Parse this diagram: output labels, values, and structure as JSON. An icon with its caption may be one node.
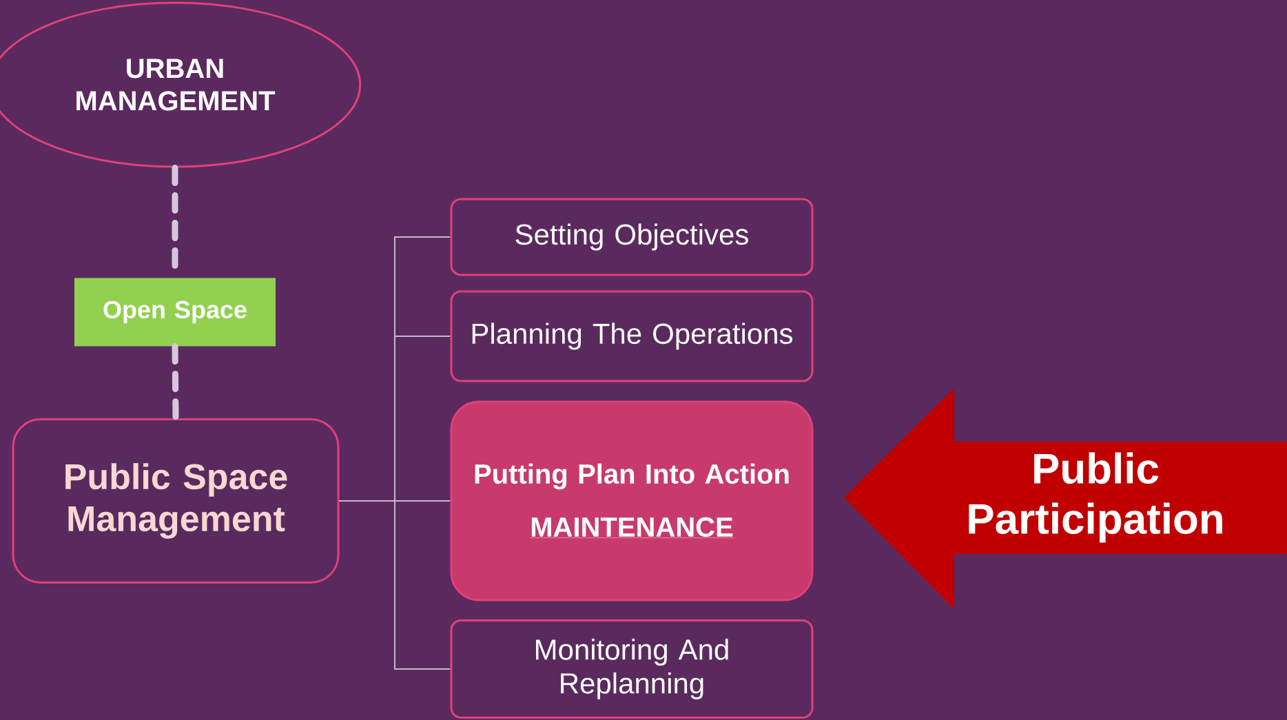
{
  "diagram": {
    "nodes": [
      {
        "text": [
          "URBAN MANAGEMENT"
        ]
      },
      {
        "text": [
          "Open Space"
        ]
      },
      {
        "text": [
          "Public Space Management"
        ]
      },
      {
        "text": [
          "Setting Objectives"
        ]
      },
      {
        "text": [
          "Planning The Operations"
        ]
      },
      {
        "text": [
          "Putting Plan Into Action",
          "MAINTENANCE"
        ]
      },
      {
        "text": [
          "Monitoring And Replanning"
        ]
      },
      {
        "text": [
          "Public Participation"
        ]
      }
    ],
    "edges": [
      {
        "from": 0,
        "to": 1,
        "arrow": "none",
        "style": "dashed",
        "color": "#d8c6dc"
      },
      {
        "from": 1,
        "to": 2,
        "arrow": "none",
        "style": "dashed",
        "color": "#d8c6dc"
      },
      {
        "from": 2,
        "to": 3,
        "arrow": "none"
      },
      {
        "from": 2,
        "to": 4,
        "arrow": "none"
      },
      {
        "from": 2,
        "to": 5,
        "arrow": "none"
      },
      {
        "from": 2,
        "to": 6,
        "arrow": "none"
      }
    ]
  }
}
